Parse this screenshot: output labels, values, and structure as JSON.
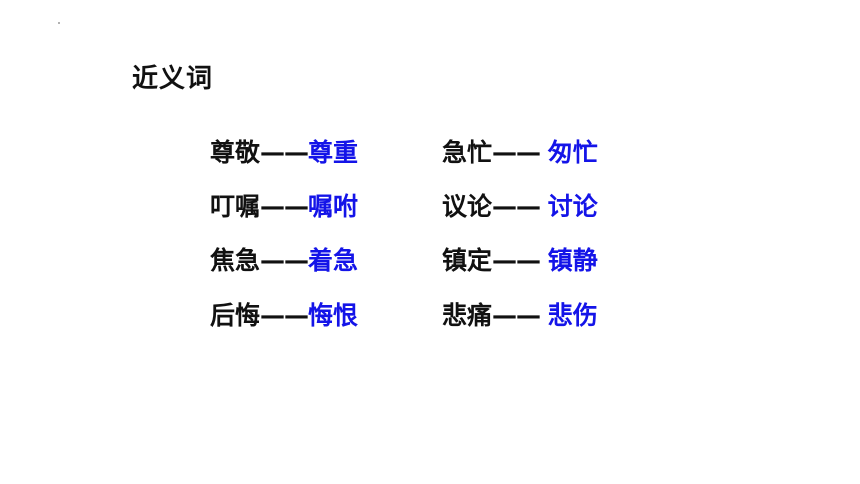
{
  "title": "近义词",
  "colors": {
    "text": "#111111",
    "synonym": "#1414e8",
    "background": "#ffffff"
  },
  "rows": [
    {
      "left": {
        "word": "尊敬",
        "dash": "——",
        "synonym": "尊重"
      },
      "right": {
        "word": "急忙",
        "dash": "—— ",
        "synonym": "匆忙"
      }
    },
    {
      "left": {
        "word": "叮嘱",
        "dash": "——",
        "synonym": "嘱咐"
      },
      "right": {
        "word": "议论",
        "dash": "—— ",
        "synonym": "讨论"
      }
    },
    {
      "left": {
        "word": "焦急",
        "dash": "——",
        "synonym": "着急"
      },
      "right": {
        "word": "镇定",
        "dash": "—— ",
        "synonym": "镇静"
      }
    },
    {
      "left": {
        "word": "后悔",
        "dash": "——",
        "synonym": "悔恨"
      },
      "right": {
        "word": "悲痛",
        "dash": "—— ",
        "synonym": "悲伤"
      }
    }
  ]
}
